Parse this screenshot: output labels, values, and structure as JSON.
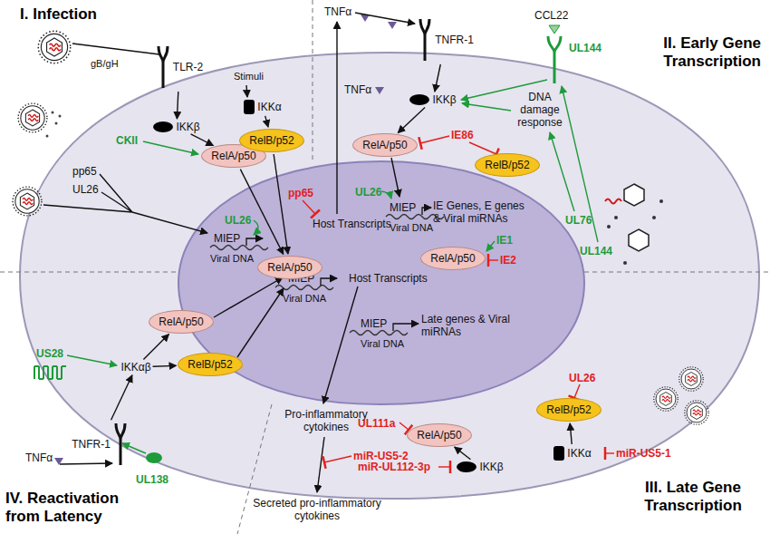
{
  "diagram": {
    "nodes": [
      {
        "text": [
          "TLR-2"
        ]
      },
      {
        "text": [
          "IKKβ"
        ]
      },
      {
        "text": [
          "RelA/p50"
        ]
      },
      {
        "text": [
          "IKKα"
        ]
      },
      {
        "text": [
          "RelB/p52"
        ]
      },
      {
        "text": [
          "RelA/p50"
        ]
      },
      {
        "text": [
          "TNFR-1"
        ]
      },
      {
        "text": [
          "IKKβ"
        ]
      },
      {
        "text": [
          "RelA/p50"
        ]
      },
      {
        "text": [
          "RelB/p52"
        ]
      },
      {
        "text": [
          "RelA/p50"
        ]
      },
      {
        "text": [
          "TNFR-1"
        ]
      },
      {
        "text": [
          "IKKαβ"
        ]
      },
      {
        "text": [
          "RelA/p50"
        ]
      },
      {
        "text": [
          "RelB/p52"
        ]
      },
      {
        "text": [
          "RelA/p50"
        ]
      },
      {
        "text": [
          "IKKβ"
        ]
      },
      {
        "text": [
          "RelB/p52"
        ]
      },
      {
        "text": [
          "IKKα"
        ]
      }
    ],
    "edges": [
      {
        "from": 0,
        "to": 1,
        "arrow": "to"
      },
      {
        "from": 1,
        "to": 2,
        "arrow": "to"
      },
      {
        "from": 3,
        "to": 4,
        "arrow": "to"
      },
      {
        "from": 2,
        "to": 5,
        "arrow": "to"
      },
      {
        "from": 4,
        "to": 5,
        "arrow": "to"
      },
      {
        "from": 6,
        "to": 7,
        "arrow": "to"
      },
      {
        "from": 7,
        "to": 8,
        "arrow": "to"
      },
      {
        "from": 11,
        "to": 12,
        "arrow": "to"
      },
      {
        "from": 12,
        "to": 13,
        "arrow": "to"
      },
      {
        "from": 12,
        "to": 14,
        "arrow": "to"
      },
      {
        "from": 16,
        "to": 15,
        "arrow": "to"
      },
      {
        "from": 18,
        "to": 17,
        "arrow": "to"
      }
    ],
    "labels": [
      "I. Infection",
      "II. Early Gene Transcription",
      "III. Late Gene Transcription",
      "IV. Reactivation from Latency",
      "gB/gH",
      "Stimuli",
      "pp65",
      "UL26",
      "CKII",
      "UL26",
      "MIEP",
      "Viral DNA",
      "pp65",
      "Host Transcripts",
      "TNFα",
      "TNFα",
      "CCL22",
      "UL144",
      "DNA damage response",
      "IE86",
      "UL26",
      "MIEP",
      "IE Genes, E genes & Viral miRNAs",
      "Viral DNA",
      "IE1",
      "IE2",
      "UL76",
      "UL144",
      "MIEP",
      "Viral DNA",
      "Host Transcripts",
      "MIEP",
      "Viral DNA",
      "Late genes & Viral miRNAs",
      "US28",
      "TNFα",
      "UL138",
      "Pro-inflammatory cytokines",
      "miR-US5-2",
      "Secreted pro-inflammatory cytokines",
      "UL111a",
      "miR-UL112-3p",
      "UL26",
      "miR-US5-1"
    ]
  }
}
